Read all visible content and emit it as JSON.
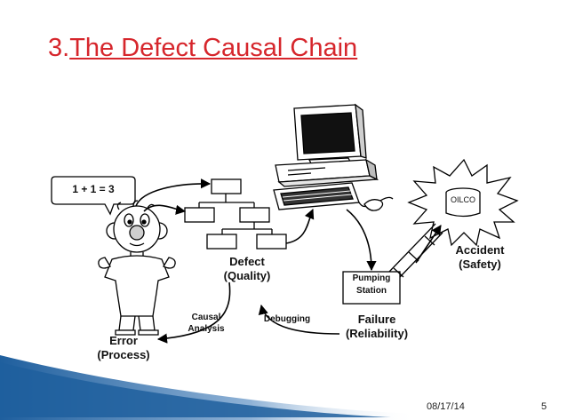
{
  "slide": {
    "title_number": "3.",
    "title_text": "The Defect Causal Chain",
    "date": "08/17/14",
    "page_number": "5",
    "accent_color": "#d6262c",
    "bar_color": "#1f5f9e"
  },
  "diagram": {
    "speech_bubble": "1 + 1 = 3",
    "error_label": "Error\n(Process)",
    "defect_label": "Defect\n(Quality)",
    "failure_label": "Failure\n(Reliability)",
    "accident_label": "Accident\n(Safety)",
    "pumping_station_label": "Pumping\nStation",
    "oilco_label": "OILCO",
    "causal_analysis_label": "Causal\nAnalysis",
    "debugging_label": "Debugging"
  }
}
